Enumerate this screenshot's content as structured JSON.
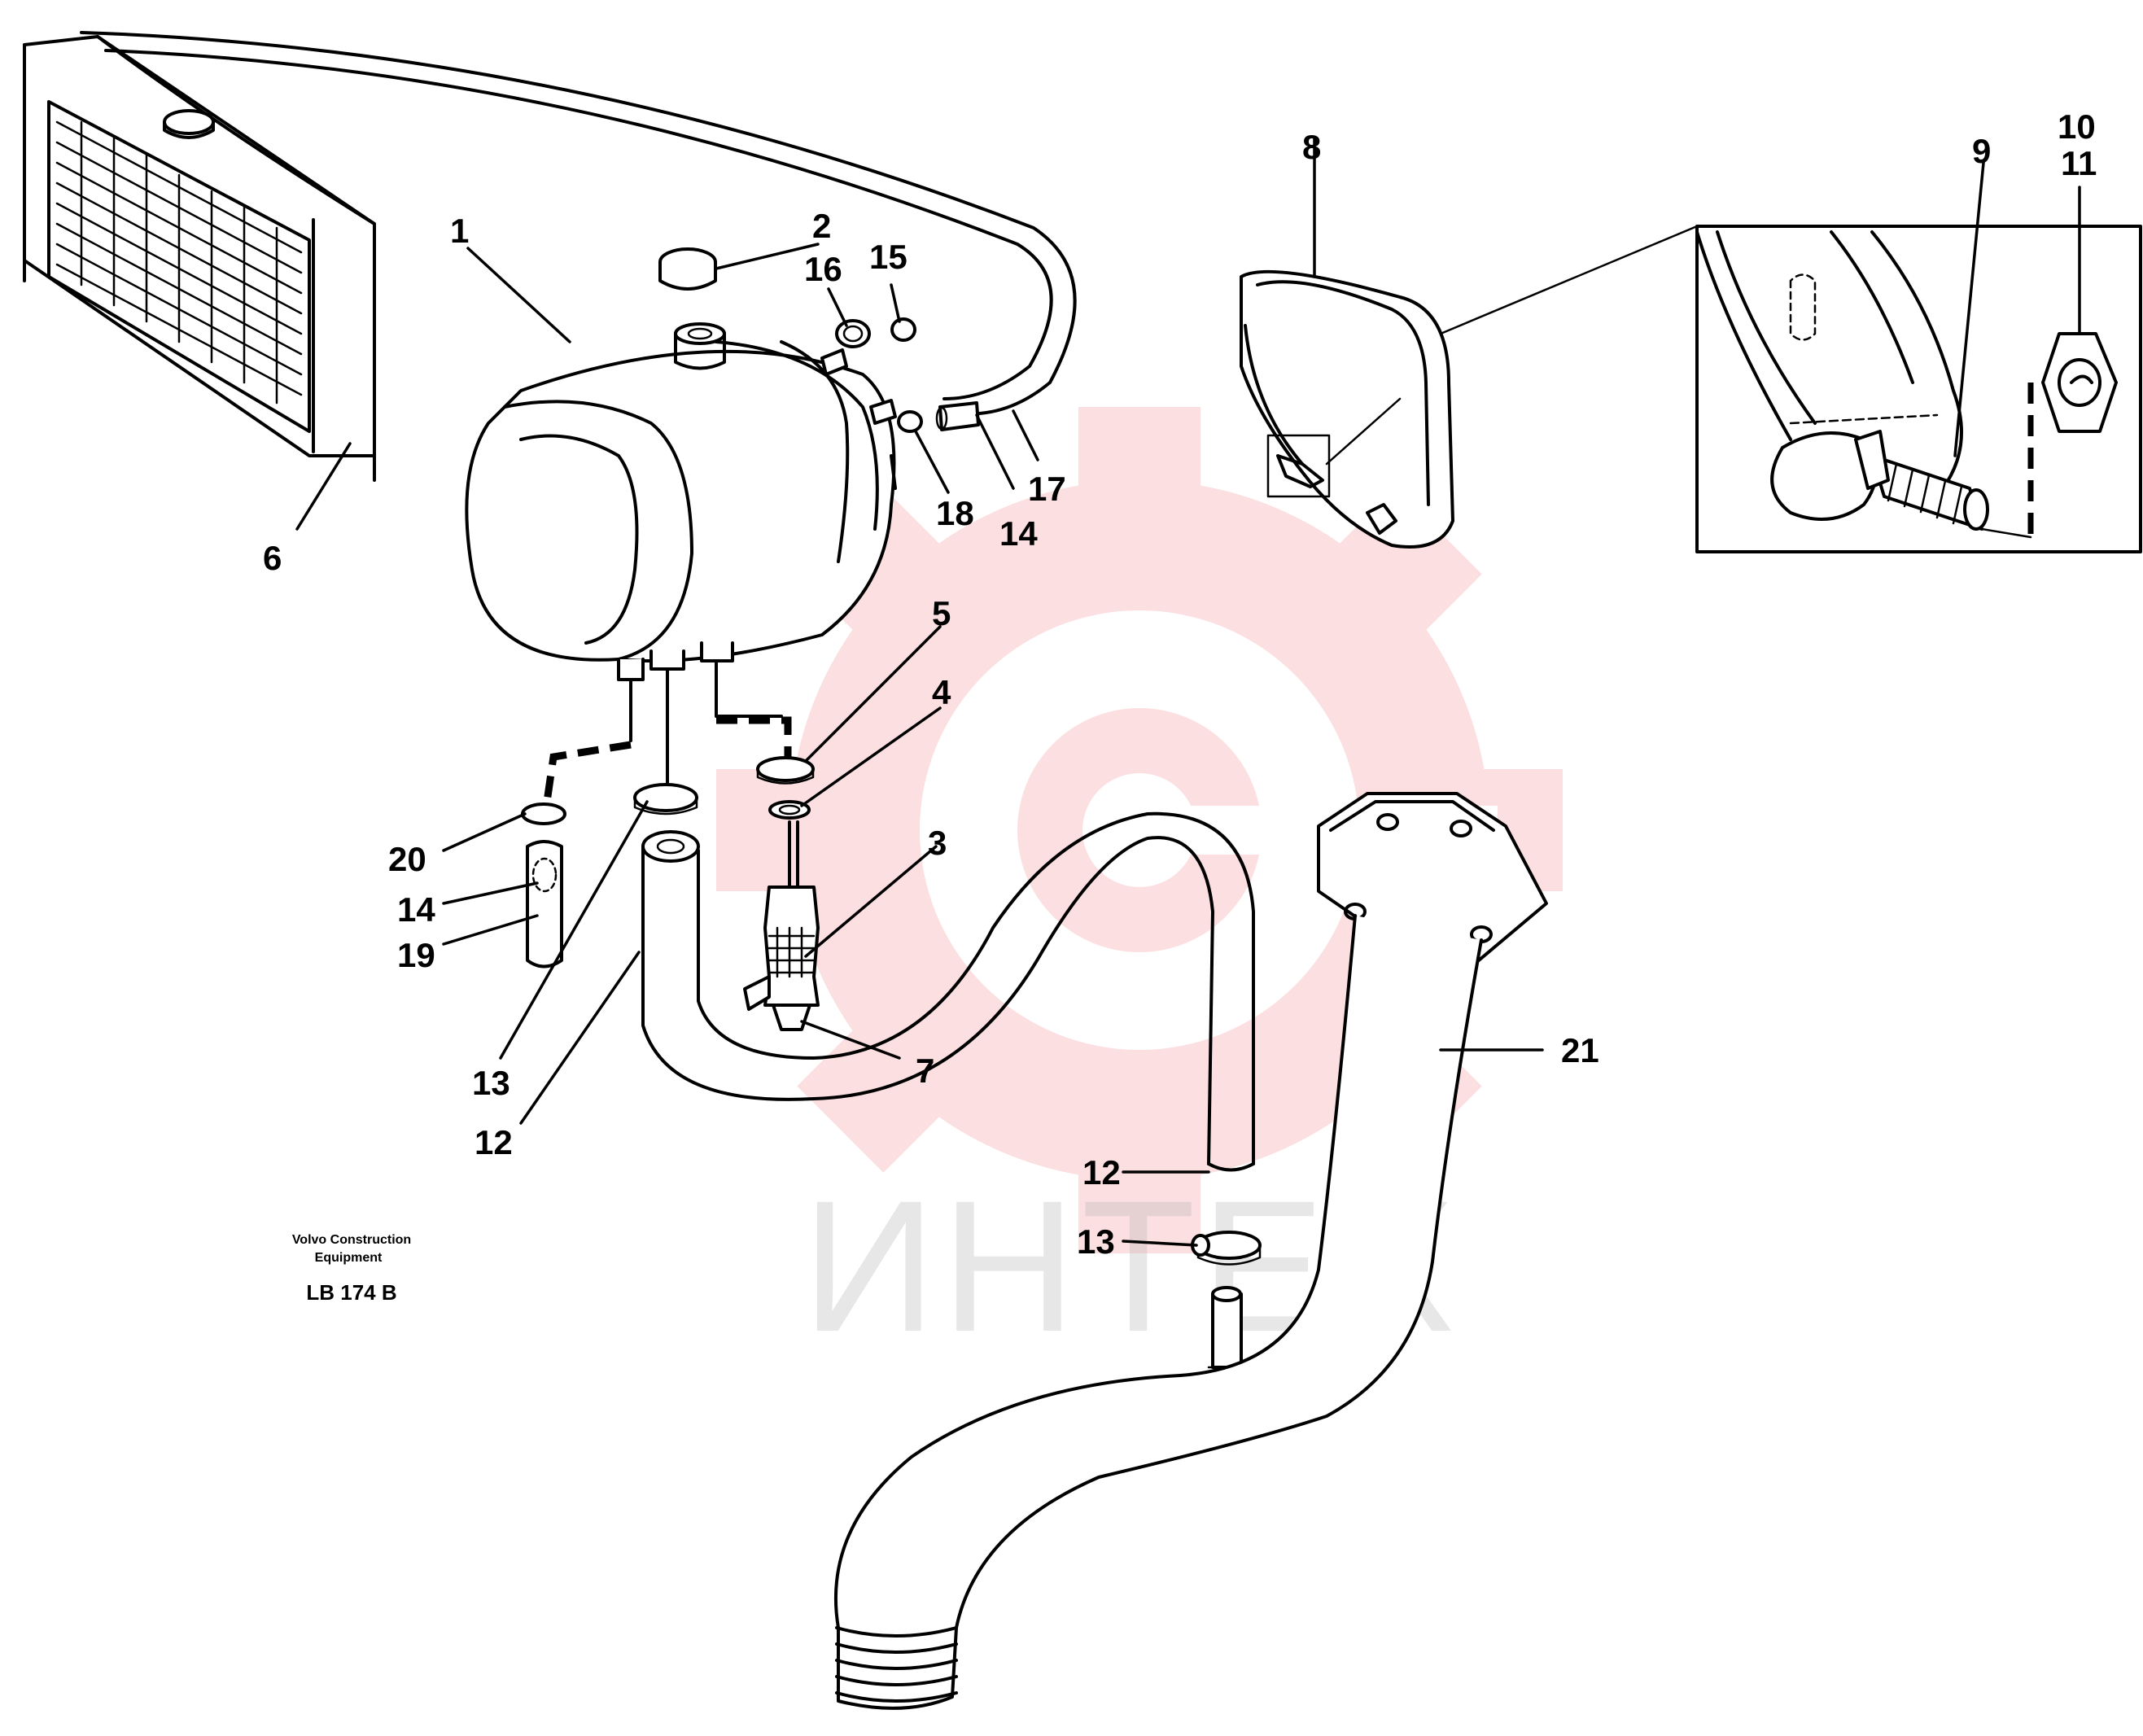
{
  "watermark": {
    "text": "ИНТЕХ",
    "color": "#e8343c"
  },
  "credit": {
    "line1": "Volvo Construction",
    "line2": "Equipment",
    "code": "LB 174 B"
  },
  "callouts": {
    "c1": "1",
    "c2": "2",
    "c3": "3",
    "c4": "4",
    "c5": "5",
    "c6": "6",
    "c7": "7",
    "c8": "8",
    "c9": "9",
    "c10": "10",
    "c11": "11",
    "c12a": "12",
    "c12b": "12",
    "c13a": "13",
    "c13b": "13",
    "c14a": "14",
    "c14b": "14",
    "c15": "15",
    "c16": "16",
    "c17": "17",
    "c18": "18",
    "c19": "19",
    "c20": "20",
    "c21": "21"
  }
}
